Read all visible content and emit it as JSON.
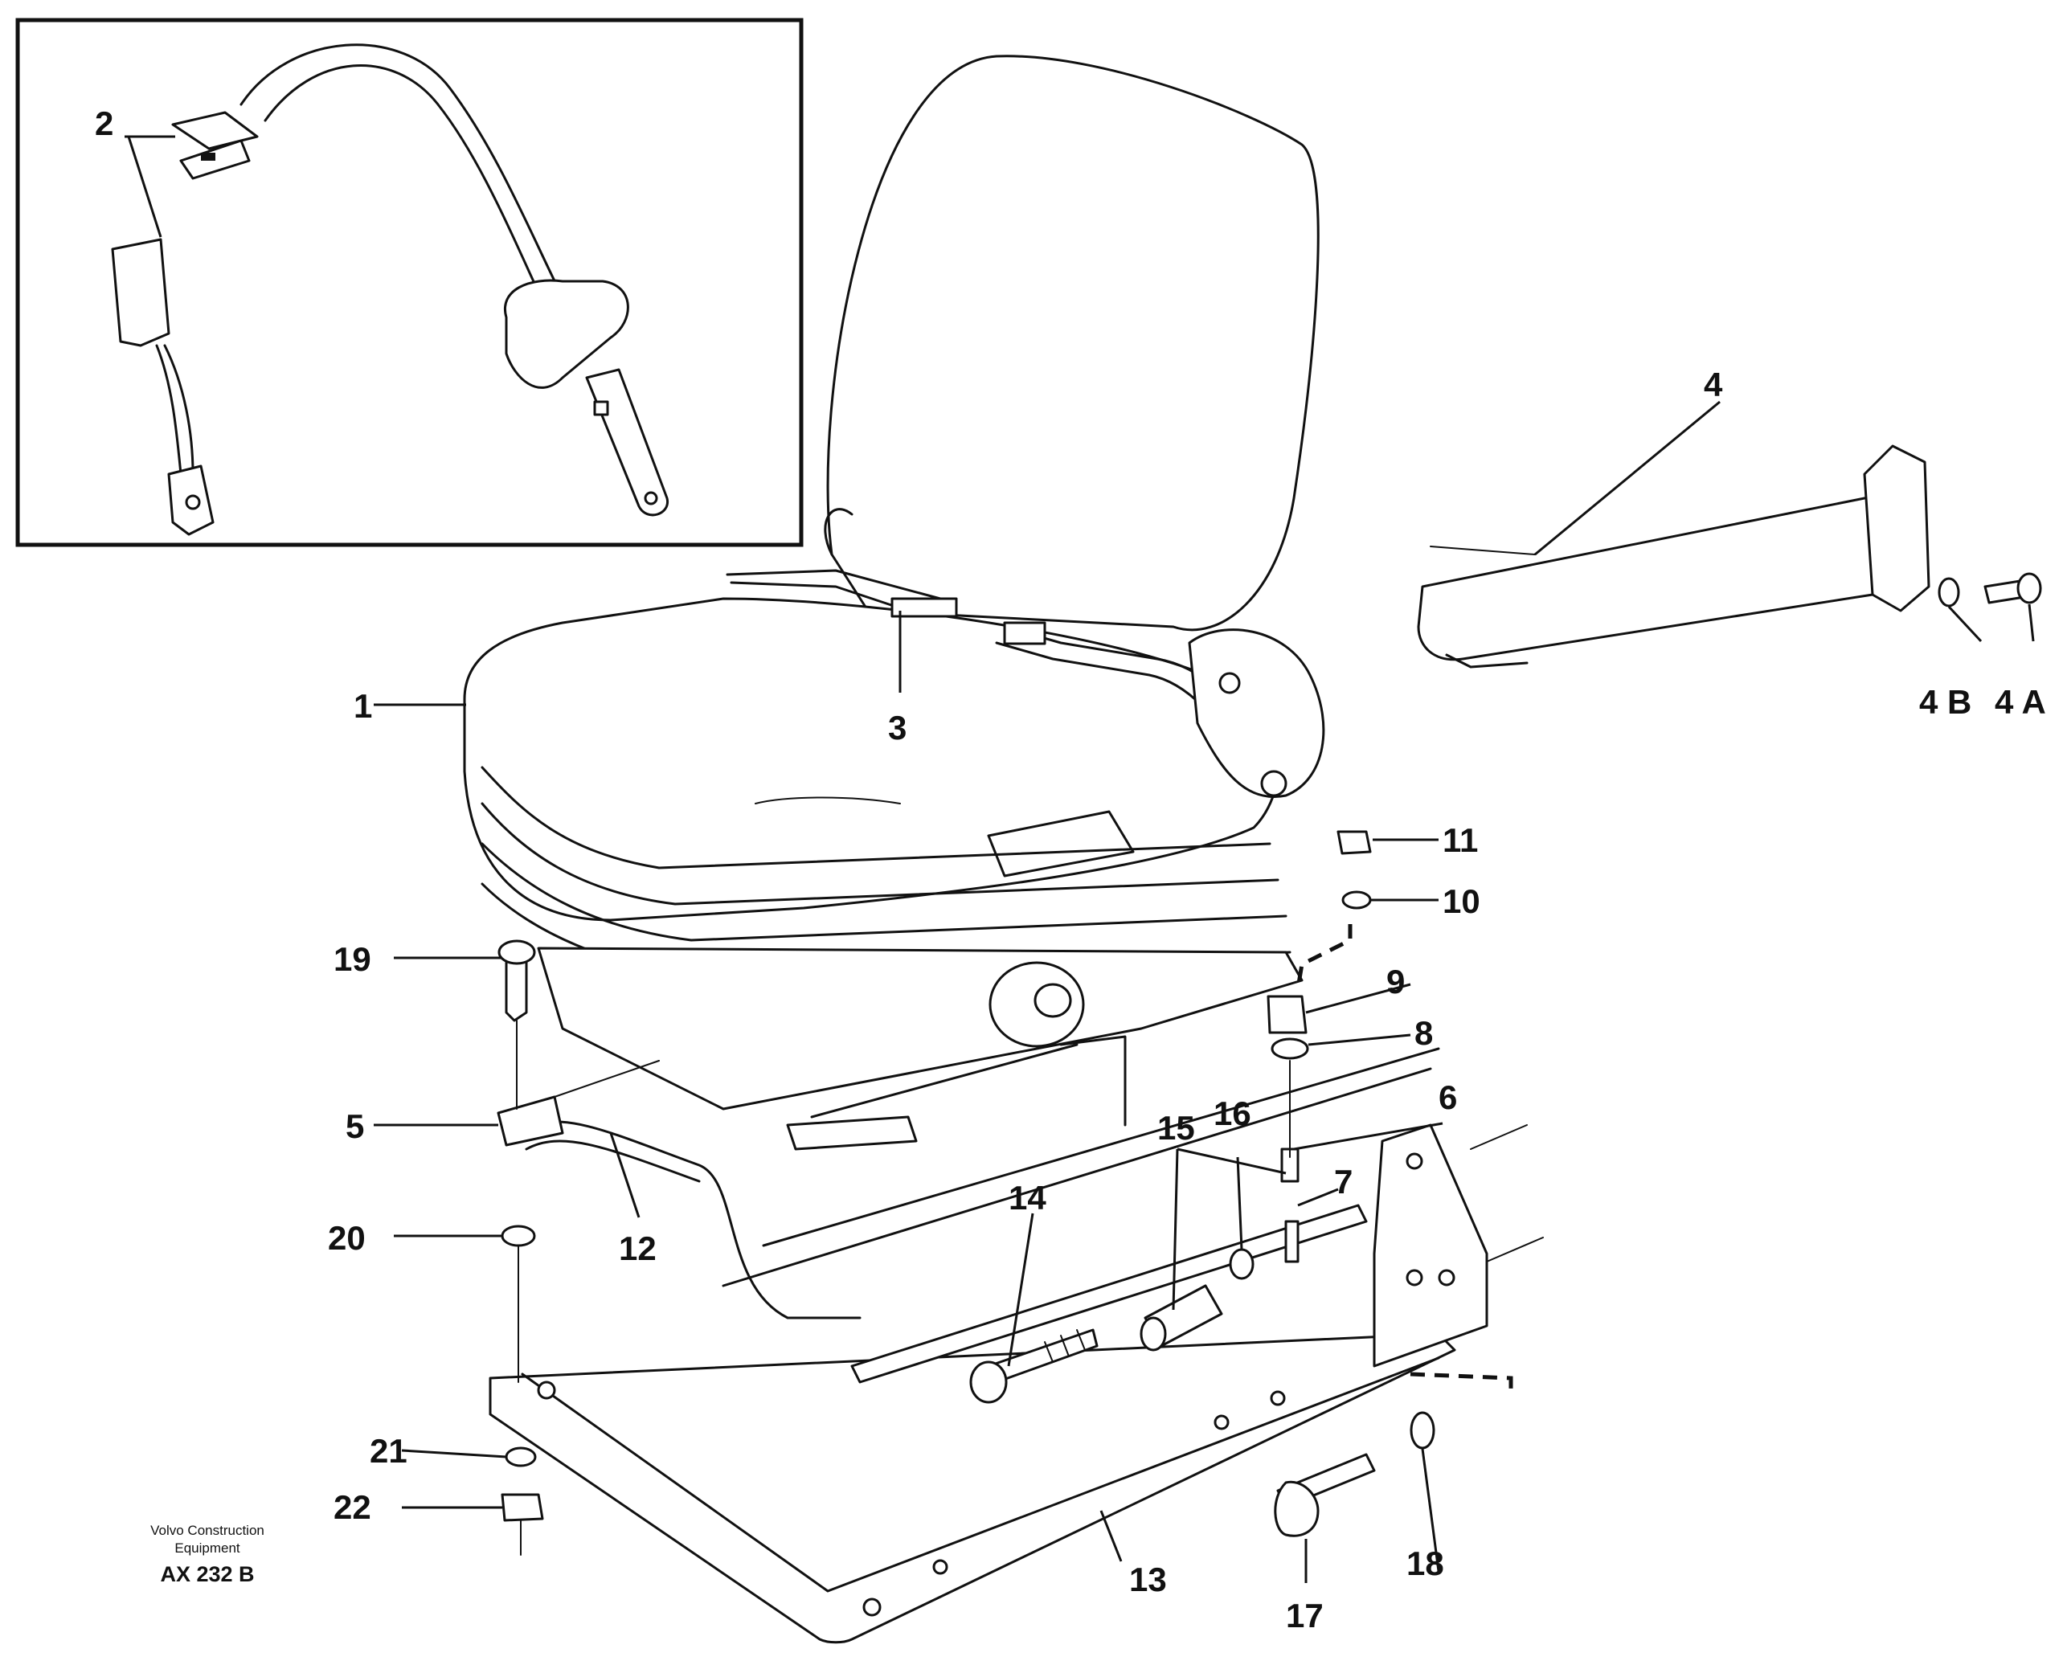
{
  "callouts": {
    "c1": "1",
    "c2": "2",
    "c3": "3",
    "c4": "4",
    "c4a": "4 A",
    "c4b": "4 B",
    "c5": "5",
    "c6": "6",
    "c7": "7",
    "c8": "8",
    "c9": "9",
    "c10": "10",
    "c11": "11",
    "c12": "12",
    "c13": "13",
    "c14": "14",
    "c15": "15",
    "c16": "16",
    "c17": "17",
    "c18": "18",
    "c19": "19",
    "c20": "20",
    "c21": "21",
    "c22": "22"
  },
  "caption": {
    "line1": "Volvo Construction",
    "line2": "Equipment",
    "code": "AX 232 B"
  }
}
